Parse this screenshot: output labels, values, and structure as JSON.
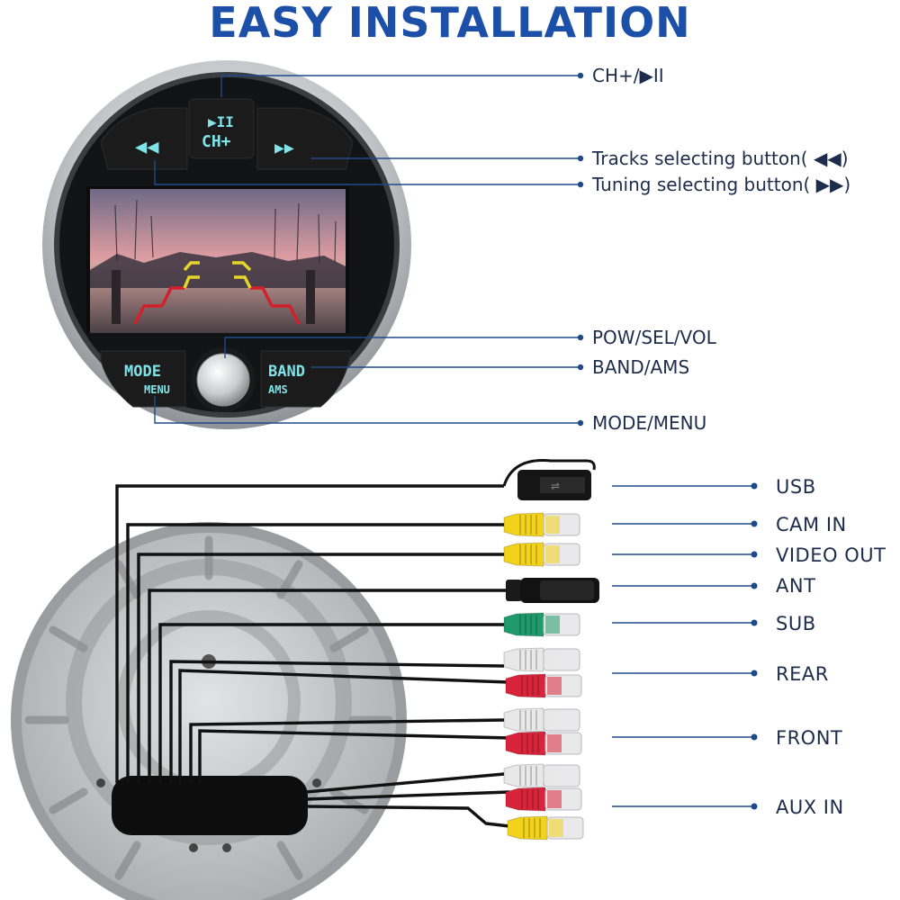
{
  "title": "EASY INSTALLATION",
  "device": {
    "buttons": {
      "play_pause_glyph": "▶II",
      "ch_plus": "CH+",
      "prev_glyph": "◀◀",
      "next_glyph": "▶▶",
      "mode": "MODE",
      "menu": "MENU",
      "band": "BAND",
      "ams": "AMS"
    },
    "accent_color": "#7fe3e8",
    "bezel_color": "#b9bcbf"
  },
  "front_callouts": [
    {
      "id": "ch",
      "label": "CH+/▶II"
    },
    {
      "id": "tracks",
      "label": "Tracks selecting button( ◀◀)"
    },
    {
      "id": "tuning",
      "label": "Tuning selecting button( ▶▶)"
    },
    {
      "id": "pow",
      "label": "POW/SEL/VOL"
    },
    {
      "id": "band",
      "label": "BAND/AMS"
    },
    {
      "id": "mode",
      "label": "MODE/MENU"
    }
  ],
  "connectors": [
    {
      "id": "usb",
      "label": "USB",
      "type": "usb"
    },
    {
      "id": "cam",
      "label": "CAM IN",
      "type": "rca",
      "colors": [
        "yellow"
      ]
    },
    {
      "id": "video",
      "label": "VIDEO OUT",
      "type": "rca",
      "colors": [
        "yellow"
      ]
    },
    {
      "id": "ant",
      "label": "ANT",
      "type": "antenna"
    },
    {
      "id": "sub",
      "label": "SUB",
      "type": "rca",
      "colors": [
        "green"
      ]
    },
    {
      "id": "rear",
      "label": "REAR",
      "type": "rca",
      "colors": [
        "white",
        "red"
      ]
    },
    {
      "id": "front",
      "label": "FRONT",
      "type": "rca",
      "colors": [
        "white",
        "red"
      ]
    },
    {
      "id": "aux",
      "label": "AUX IN",
      "type": "rca",
      "colors": [
        "white",
        "red",
        "yellow"
      ]
    }
  ],
  "colors": {
    "title": "#1b4fa8",
    "callout_line": "#1f4a8a",
    "rca_yellow": "#f2d21b",
    "rca_red": "#d8243a",
    "rca_white": "#e8e8e8",
    "rca_green": "#1f9a6e"
  }
}
